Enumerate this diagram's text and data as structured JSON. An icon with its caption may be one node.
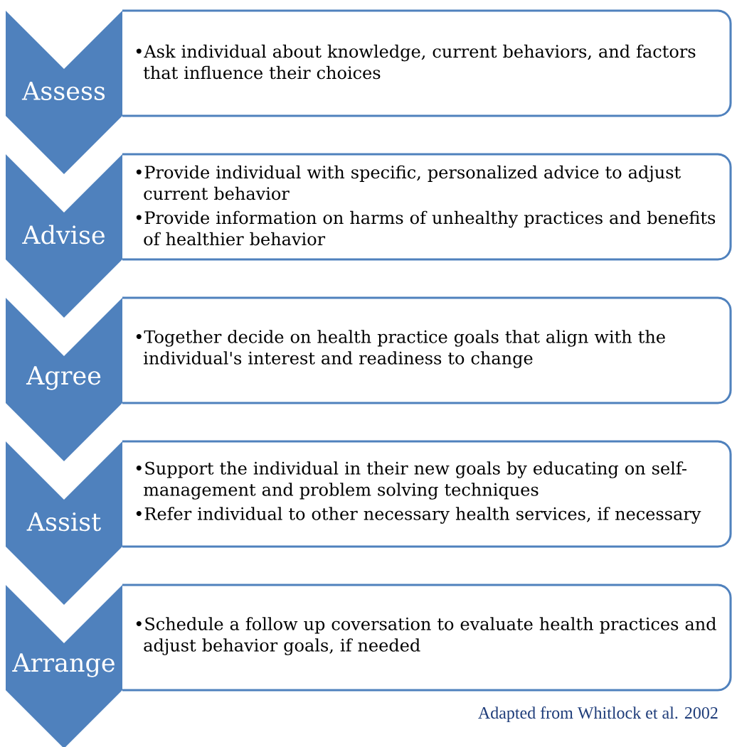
{
  "diagram": {
    "caption": "Adapted from Whitlock et al. 2002",
    "nodes": [
      {
        "text": [
          "Assess"
        ]
      },
      {
        "text": [
          "•Ask individual about knowledge, current behaviors, and factors that influence their choices"
        ]
      },
      {
        "text": [
          "Advise"
        ]
      },
      {
        "text": [
          "•Provide individual with specific, personalized advice to adjust current behavior",
          "•Provide information on harms of unhealthy practices and benefits of healthier behavior"
        ]
      },
      {
        "text": [
          "Agree"
        ]
      },
      {
        "text": [
          "•Together decide on health practice goals that align with the individual's interest and readiness to change"
        ]
      },
      {
        "text": [
          "Assist"
        ]
      },
      {
        "text": [
          "•Support the individual in their new goals by educating on self-management and problem solving techniques",
          "•Refer individual to other necessary health services, if necessary"
        ]
      },
      {
        "text": [
          "Arrange"
        ]
      },
      {
        "text": [
          "•Schedule a follow up coversation to evaluate health practices and adjust behavior goals, if needed"
        ]
      }
    ]
  }
}
